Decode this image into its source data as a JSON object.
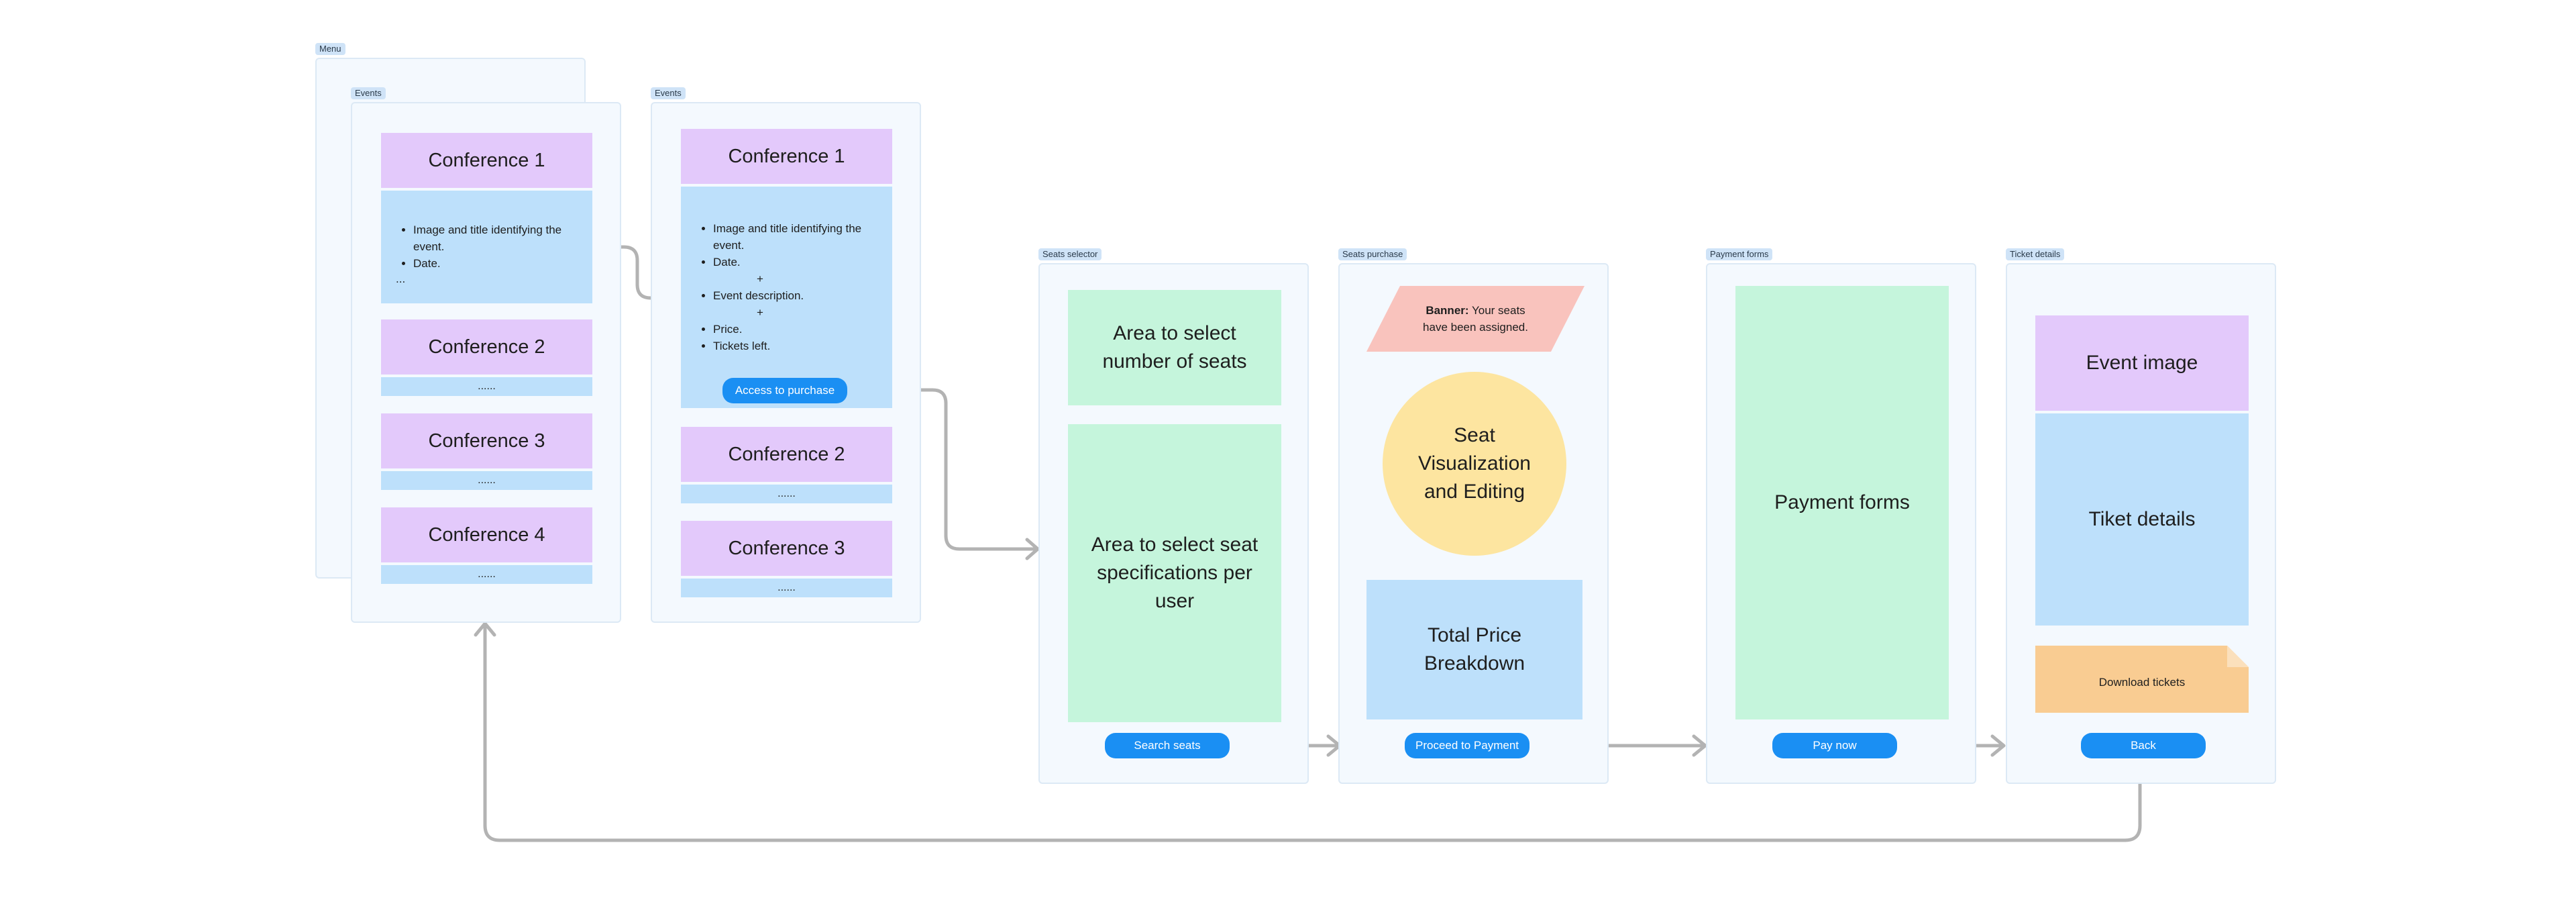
{
  "frames": {
    "menu": "Menu",
    "events_a": "Events",
    "events_b": "Events",
    "seats_selector": "Seats selector",
    "seats_purchase": "Seats purchase",
    "payment_forms": "Payment forms",
    "ticket_details": "Ticket details"
  },
  "events_a": {
    "conf1": "Conference 1",
    "details": [
      "Image and title identifying the event.",
      "Date."
    ],
    "ellipsis": "...",
    "conf2": "Conference 2",
    "conf2_more": "......",
    "conf3": "Conference 3",
    "conf3_more": "......",
    "conf4": "Conference 4",
    "conf4_more": "......"
  },
  "events_b": {
    "conf1": "Conference 1",
    "details": [
      "Image and title identifying the event.",
      "Date.",
      "+",
      "Event description.",
      "+",
      "Price.",
      "Tickets left."
    ],
    "access_button": "Access to purchase",
    "conf2": "Conference 2",
    "conf2_more": "......",
    "conf3": "Conference 3",
    "conf3_more": "......"
  },
  "seats_selector": {
    "area_number": "Area to select number of seats",
    "area_specs": "Area to select seat specifications per user",
    "search_button": "Search seats"
  },
  "seats_purchase": {
    "banner_bold": "Banner:",
    "banner_text1": " Your seats",
    "banner_text2": "have been assigned.",
    "seat_visual": "Seat Visualization and Editing",
    "total_price": "Total Price Breakdown",
    "proceed_button": "Proceed to Payment"
  },
  "payment_forms": {
    "forms": "Payment forms",
    "pay_button": "Pay now"
  },
  "ticket_details": {
    "event_image": "Event image",
    "details": "Tiket details",
    "download": "Download tickets",
    "back_button": "Back"
  },
  "colors": {
    "frame_bg": "#f4f9fe",
    "purple": "#e3c9fb",
    "blue": "#bde0fb",
    "green": "#c5f5dc",
    "button": "#1a8ff3",
    "banner": "#f9c3bd",
    "circle": "#fde5a0",
    "note": "#f9cc92",
    "connector": "#b3b3b3"
  }
}
